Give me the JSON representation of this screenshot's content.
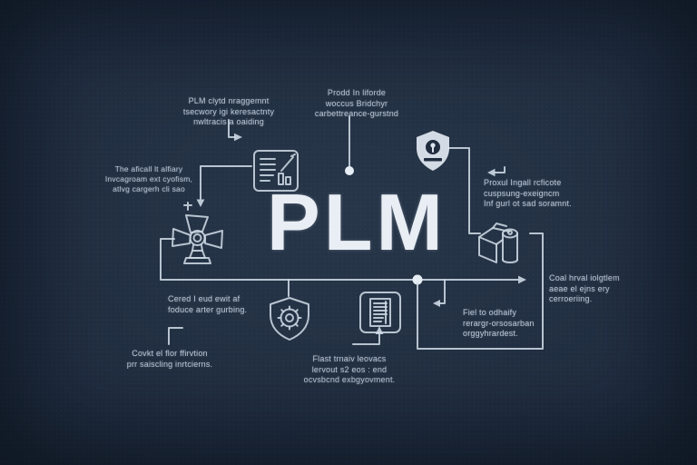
{
  "diagram": {
    "title": "PLM",
    "labels": {
      "top_left": "PLM clytd nraggemnt\ntsecwory igi keresactnty\nnwltracis a oaiding",
      "top_center": "Prodd In liforde\nwoccus Bridchyr\ncarbettreance-gurstnd",
      "mid_left": "The aficall lt alfiary\nInvcagroam ext cyofism,\natlvg cargerh cli sao",
      "upper_right": "Proxul Ingall rcficote\ncuspsung-exeigncm\nInf gurl ot sad soramnt.",
      "far_right": "Coal hrval iolgtlem\naeae el ejns ery\ncerroeriing.",
      "mid_left_lower": "Cered I eud ewit af\nfoduce arter gurbing.",
      "bottom_left": "Covkt el flor ffirvtion\nprr saiscling inrtcierns.",
      "bottom_center": "Flast trnaiv leovacs\nlervout s2 eos : end\nocvsbcnd exbgyovment.",
      "lower_right": "Fiel to odhaify\nrerargr-orsosarban\norggyhrardest."
    },
    "icons": {
      "report_chart": "report-chart-icon",
      "turbine_fan": "turbine-fan-icon",
      "shield_pin": "shield-pin-icon",
      "package_cylinder": "package-cylinder-icon",
      "shield_gear": "shield-gear-icon",
      "document_list": "document-list-icon"
    },
    "colors": {
      "background": "#1f2b3c",
      "line": "#ccd7e3",
      "text": "#b9c6d6",
      "title": "#e9eef5"
    }
  }
}
